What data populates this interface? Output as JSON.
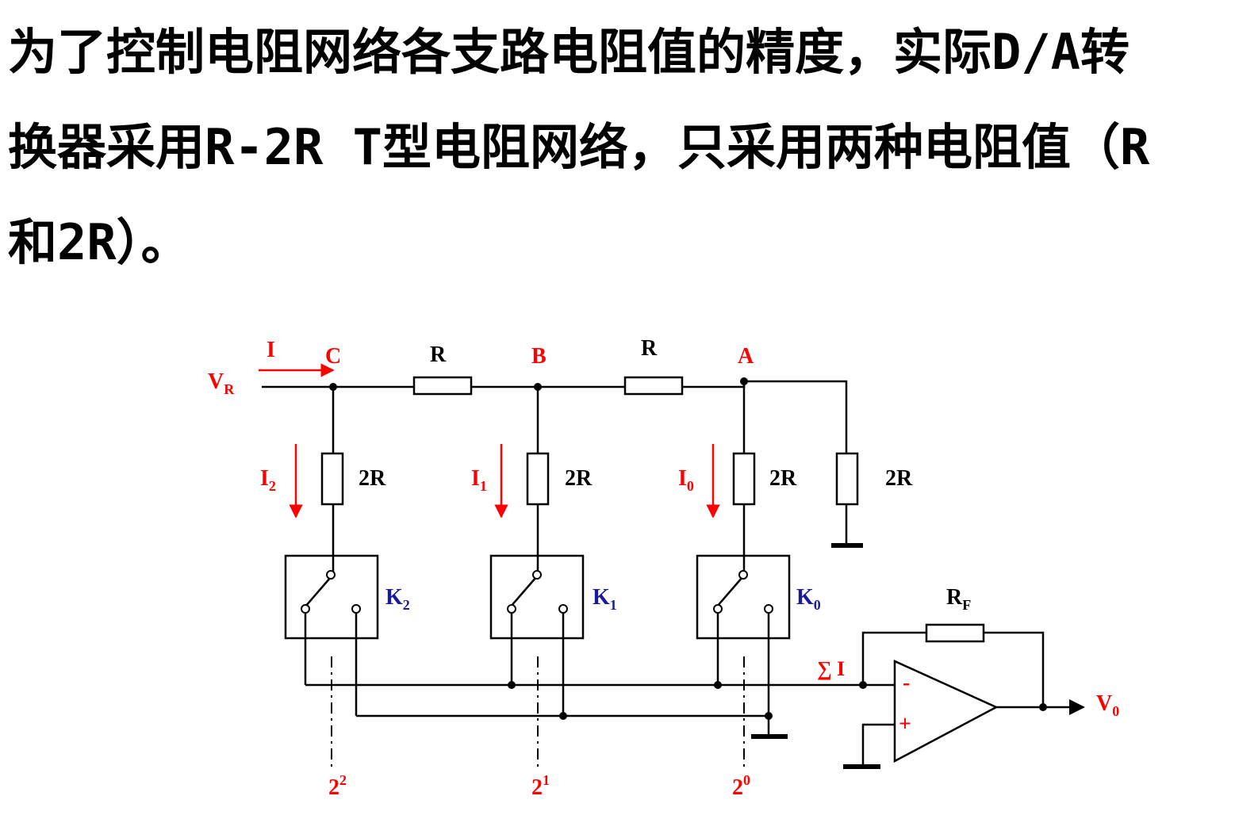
{
  "heading": {
    "lines": [
      "为了控制电阻网络各支路电阻值的精度，实际D/A转",
      "换器采用R-2R T型电阻网络，只采用两种电阻值（R",
      "和2R）。"
    ]
  },
  "diagram": {
    "input": {
      "label": "V",
      "sub": "R"
    },
    "current": "I",
    "nodes": [
      "C",
      "B",
      "A"
    ],
    "series_resistor": "R",
    "shunt_resistor": "2R",
    "branch_currents": [
      {
        "label": "I",
        "sub": "2"
      },
      {
        "label": "I",
        "sub": "1"
      },
      {
        "label": "I",
        "sub": "0"
      }
    ],
    "switches": [
      {
        "label": "K",
        "sub": "2"
      },
      {
        "label": "K",
        "sub": "1"
      },
      {
        "label": "K",
        "sub": "0"
      }
    ],
    "bit_weights": [
      {
        "base": "2",
        "exp": "2"
      },
      {
        "base": "2",
        "exp": "1"
      },
      {
        "base": "2",
        "exp": "0"
      }
    ],
    "feedback_resistor": {
      "label": "R",
      "sub": "F"
    },
    "sum_current": "∑ I",
    "opamp_minus": "-",
    "opamp_plus": "+",
    "output": {
      "label": "V",
      "sub": "0"
    },
    "colors": {
      "red": "#ff0000",
      "blue": "#1a1a9a",
      "line": "#000000"
    }
  }
}
